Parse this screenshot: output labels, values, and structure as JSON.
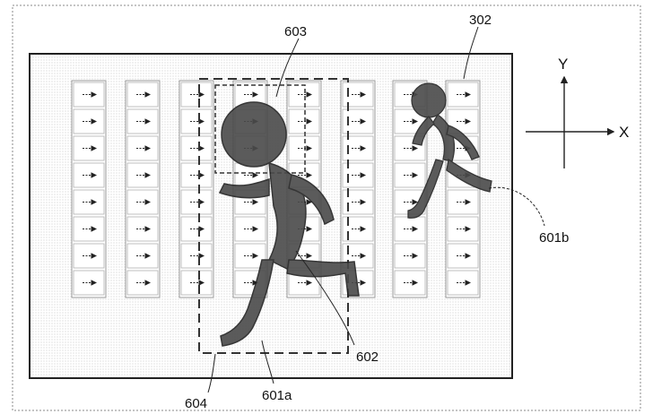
{
  "figure": {
    "labels": {
      "ref_302": "302",
      "ref_603": "603",
      "ref_601b": "601b",
      "ref_602": "602",
      "ref_604": "604",
      "ref_601a": "601a"
    },
    "axes": {
      "y": "Y",
      "x": "X"
    },
    "grid": {
      "columns": 8,
      "rows": 8
    },
    "colors": {
      "ink": "#222222",
      "cell_stroke": "#8a8a8a",
      "figure_fill": "#555555",
      "highlight_fill": "#9a9a9a"
    }
  }
}
